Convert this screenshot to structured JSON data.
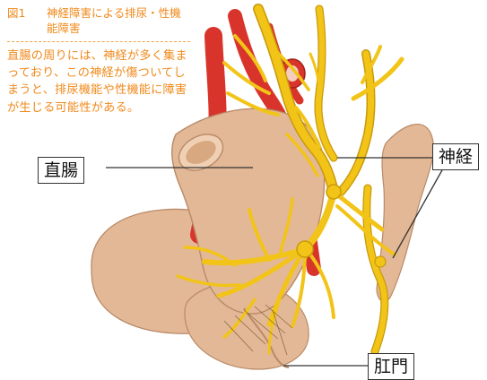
{
  "figure": {
    "number": "図1",
    "title": "神経障害による排尿・性機能障害",
    "description": "直腸の周りには、神経が多く集まっており、この神経が傷ついてしまうと、排尿機能や性機能に障害が生じる可能性がある。"
  },
  "labels": {
    "rectum": "直腸",
    "nerve": "神経",
    "anus": "肛門"
  },
  "colors": {
    "accent_text": "#f08a1c",
    "nerve": "#f2c418",
    "nerve_outline": "#c99a08",
    "artery": "#d9342b",
    "tissue": "#e3b897",
    "tissue_outline": "#b98a66",
    "leader_line": "#333333"
  }
}
